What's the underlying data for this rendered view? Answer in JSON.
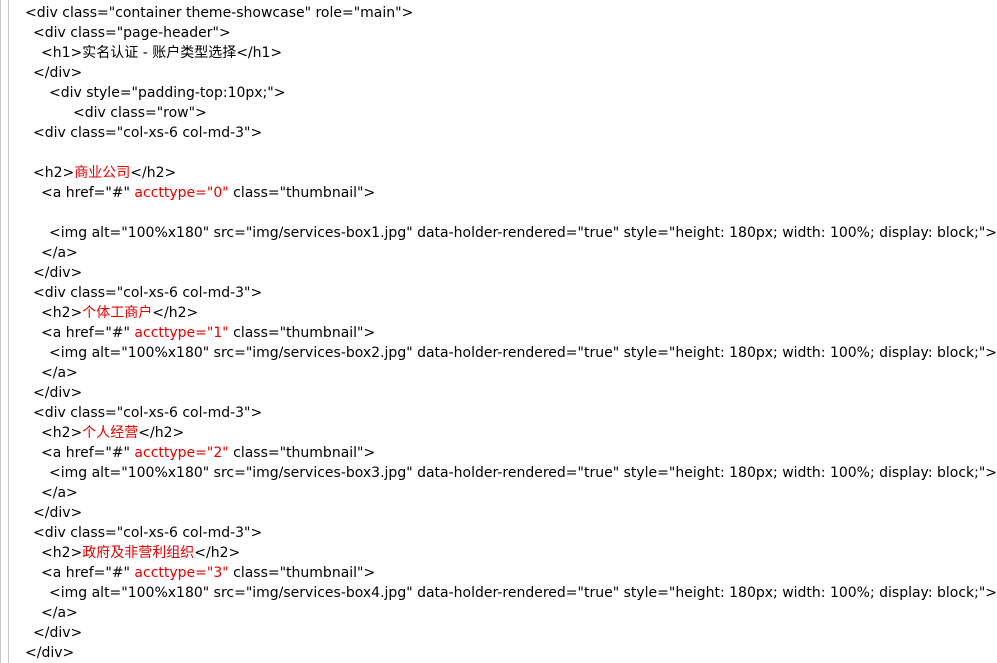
{
  "colors": {
    "text": "#000000",
    "highlight": "#e60000",
    "background": "#ffffff"
  },
  "lines": [
    {
      "indent": 0,
      "segments": [
        {
          "text": "<div class=\"container theme-showcase\" role=\"main\">"
        }
      ]
    },
    {
      "indent": 1,
      "segments": [
        {
          "text": "<div class=\"page-header\">"
        }
      ]
    },
    {
      "indent": 2,
      "segments": [
        {
          "text": "<h1>实名认证 - 账户类型选择</h1>"
        }
      ]
    },
    {
      "indent": 1,
      "segments": [
        {
          "text": "</div>"
        }
      ]
    },
    {
      "indent": 3,
      "segments": [
        {
          "text": "<div style=\"padding-top:10px;\">"
        }
      ]
    },
    {
      "indent": 6,
      "segments": [
        {
          "text": "<div class=\"row\">"
        }
      ]
    },
    {
      "indent": 1,
      "segments": [
        {
          "text": "<div class=\"col-xs-6 col-md-3\">"
        }
      ]
    },
    {
      "indent": 0,
      "segments": [
        {
          "text": ""
        }
      ]
    },
    {
      "indent": 1,
      "segments": [
        {
          "text": "<h2>"
        },
        {
          "text": "商业公司",
          "red": true
        },
        {
          "text": "</h2>"
        }
      ]
    },
    {
      "indent": 2,
      "segments": [
        {
          "text": "<a href=\"#\" "
        },
        {
          "text": "accttype=\"0\"",
          "red": true
        },
        {
          "text": " class=\"thumbnail\">"
        }
      ]
    },
    {
      "indent": 0,
      "segments": [
        {
          "text": ""
        }
      ]
    },
    {
      "indent": 3,
      "segments": [
        {
          "text": "<img alt=\"100%x180\" src=\"img/services-box1.jpg\" data-holder-rendered=\"true\" style=\"height: 180px; width: 100%; display: block;\">"
        }
      ]
    },
    {
      "indent": 2,
      "segments": [
        {
          "text": "</a>"
        }
      ]
    },
    {
      "indent": 1,
      "segments": [
        {
          "text": "</div>"
        }
      ]
    },
    {
      "indent": 1,
      "segments": [
        {
          "text": "<div class=\"col-xs-6 col-md-3\">"
        }
      ]
    },
    {
      "indent": 2,
      "segments": [
        {
          "text": "<h2>"
        },
        {
          "text": "个体工商户",
          "red": true
        },
        {
          "text": "</h2>"
        }
      ]
    },
    {
      "indent": 2,
      "segments": [
        {
          "text": "<a href=\"#\" "
        },
        {
          "text": "accttype=\"1\"",
          "red": true
        },
        {
          "text": " class=\"thumbnail\">"
        }
      ]
    },
    {
      "indent": 3,
      "segments": [
        {
          "text": "<img alt=\"100%x180\" src=\"img/services-box2.jpg\" data-holder-rendered=\"true\" style=\"height: 180px; width: 100%; display: block;\">"
        }
      ]
    },
    {
      "indent": 2,
      "segments": [
        {
          "text": "</a>"
        }
      ]
    },
    {
      "indent": 1,
      "segments": [
        {
          "text": "</div>"
        }
      ]
    },
    {
      "indent": 1,
      "segments": [
        {
          "text": "<div class=\"col-xs-6 col-md-3\">"
        }
      ]
    },
    {
      "indent": 2,
      "segments": [
        {
          "text": "<h2>"
        },
        {
          "text": "个人经营",
          "red": true
        },
        {
          "text": "</h2>"
        }
      ]
    },
    {
      "indent": 2,
      "segments": [
        {
          "text": "<a href=\"#\" "
        },
        {
          "text": "accttype=\"2\"",
          "red": true
        },
        {
          "text": " class=\"thumbnail\">"
        }
      ]
    },
    {
      "indent": 3,
      "segments": [
        {
          "text": "<img alt=\"100%x180\" src=\"img/services-box3.jpg\" data-holder-rendered=\"true\" style=\"height: 180px; width: 100%; display: block;\">"
        }
      ]
    },
    {
      "indent": 2,
      "segments": [
        {
          "text": "</a>"
        }
      ]
    },
    {
      "indent": 1,
      "segments": [
        {
          "text": "</div>"
        }
      ]
    },
    {
      "indent": 1,
      "segments": [
        {
          "text": "<div class=\"col-xs-6 col-md-3\">"
        }
      ]
    },
    {
      "indent": 2,
      "segments": [
        {
          "text": "<h2>"
        },
        {
          "text": "政府及非营利组织",
          "red": true
        },
        {
          "text": "</h2>"
        }
      ]
    },
    {
      "indent": 2,
      "segments": [
        {
          "text": "<a href=\"#\" "
        },
        {
          "text": "accttype=\"3\"",
          "red": true
        },
        {
          "text": " class=\"thumbnail\">"
        }
      ]
    },
    {
      "indent": 3,
      "segments": [
        {
          "text": "<img alt=\"100%x180\" src=\"img/services-box4.jpg\" data-holder-rendered=\"true\" style=\"height: 180px; width: 100%; display: block;\">"
        }
      ]
    },
    {
      "indent": 2,
      "segments": [
        {
          "text": "</a>"
        }
      ]
    },
    {
      "indent": 1,
      "segments": [
        {
          "text": "</div>"
        }
      ]
    },
    {
      "indent": 0,
      "segments": [
        {
          "text": "</div>"
        }
      ]
    }
  ]
}
